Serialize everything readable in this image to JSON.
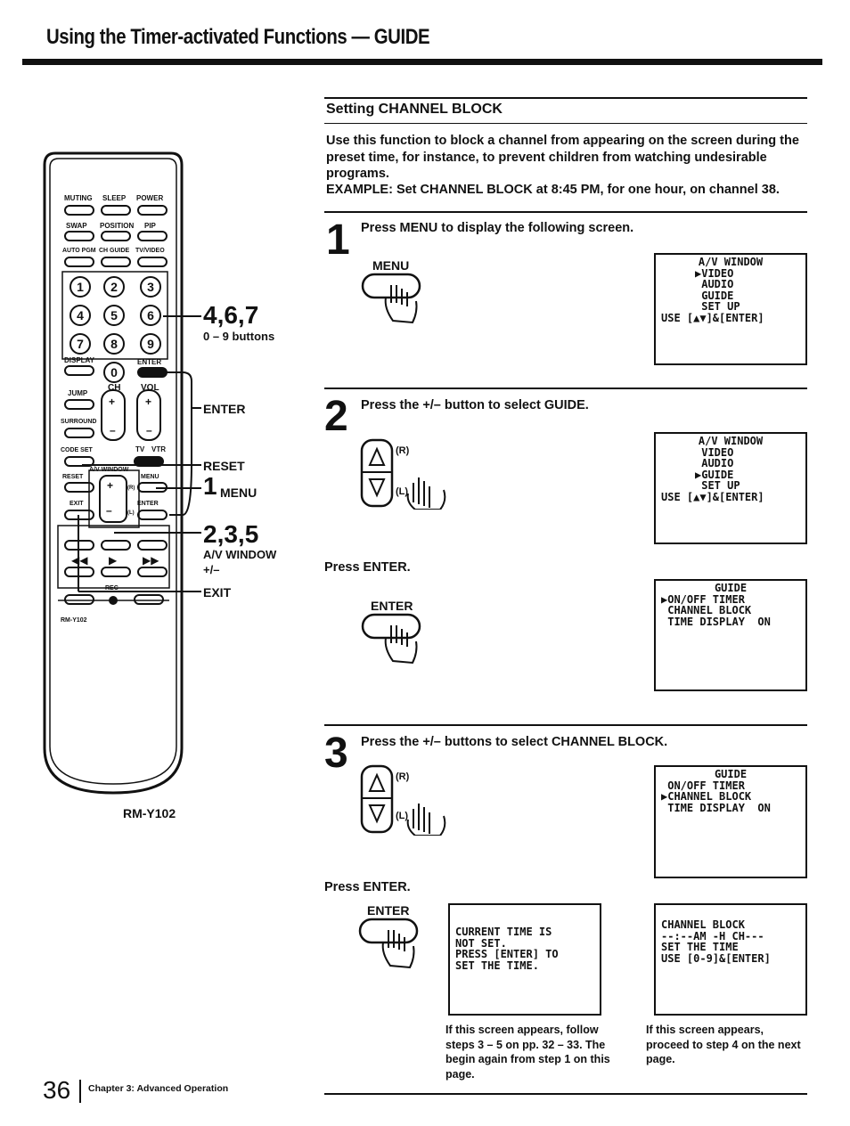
{
  "header": {
    "title": "Using the Timer-activated Functions — GUIDE"
  },
  "section": {
    "title": "Setting CHANNEL BLOCK",
    "intro": "Use this function to block a channel from appearing on the screen during the preset time, for instance, to prevent children from watching undesirable programs.",
    "example": "EXAMPLE: Set CHANNEL BLOCK at 8:45 PM, for one hour, on channel 38."
  },
  "remote": {
    "model": "RM-Y102",
    "model_small": "RM-Y102",
    "labels": {
      "muting": "MUTING",
      "sleep": "SLEEP",
      "power": "POWER",
      "swap": "SWAP",
      "position": "POSITION",
      "pip": "PIP",
      "auto_pgm": "AUTO PGM",
      "ch_guide": "CH GUIDE",
      "tv_video": "TV/VIDEO",
      "display": "DISPLAY",
      "enter": "ENTER",
      "jump": "JUMP",
      "ch": "CH",
      "vol": "VOL",
      "surround": "SURROUND",
      "code_set": "CODE SET",
      "tv": "TV",
      "vtr": "VTR",
      "reset": "RESET",
      "av_window": "A/V WINDOW",
      "menu": "MENU",
      "exit": "EXIT",
      "rec": "REC",
      "plus": "+",
      "minus": "–",
      "r": "(R)",
      "l": "(L)"
    },
    "digits": [
      "1",
      "2",
      "3",
      "4",
      "5",
      "6",
      "7",
      "8",
      "9",
      "0"
    ],
    "callouts": {
      "digits_big": "4,6,7",
      "digits_sub": "0 – 9 buttons",
      "enter": "ENTER",
      "reset": "RESET",
      "menu_num": "1",
      "menu": "MENU",
      "av_big": "2,3,5",
      "av_sub1": "A/V WINDOW",
      "av_sub2": "+/–",
      "exit": "EXIT"
    }
  },
  "steps": {
    "s1": {
      "num": "1",
      "text": "Press MENU to display the following screen.",
      "button": "MENU",
      "screen": [
        "A/V WINDOW",
        "",
        "▶VIDEO",
        " AUDIO",
        " GUIDE",
        " SET UP",
        "",
        "USE [▲▼]&[ENTER]"
      ]
    },
    "s2": {
      "num": "2",
      "text": "Press the +/– button to select GUIDE.",
      "r": "(R)",
      "l": "(L)",
      "screen": [
        "A/V WINDOW",
        "",
        " VIDEO",
        " AUDIO",
        "▶GUIDE",
        " SET UP",
        "",
        "USE [▲▼]&[ENTER]"
      ],
      "press_enter": "Press ENTER.",
      "button": "ENTER",
      "screen2": [
        "GUIDE",
        "",
        "▶ON/OFF TIMER",
        " CHANNEL BLOCK",
        " TIME DISPLAY  ON"
      ]
    },
    "s3": {
      "num": "3",
      "text": "Press the +/– buttons to select CHANNEL BLOCK.",
      "r": "(R)",
      "l": "(L)",
      "screen": [
        "GUIDE",
        "",
        " ON/OFF TIMER",
        "▶CHANNEL BLOCK",
        " TIME DISPLAY  ON"
      ],
      "press_enter": "Press ENTER.",
      "button": "ENTER",
      "screen_a": [
        "CURRENT TIME IS",
        "NOT SET.",
        "",
        "",
        "PRESS [ENTER] TO",
        "SET THE TIME."
      ],
      "note_a": "If this screen appears, follow steps 3 – 5 on pp. 32 – 33. The begin again from step 1 on this page.",
      "screen_b": [
        "CHANNEL BLOCK",
        "",
        "",
        "--:--AM -H CH---",
        "",
        "",
        "SET THE TIME",
        "USE [0-9]&[ENTER]"
      ],
      "note_b": "If this screen appears, proceed to step 4 on the next page."
    }
  },
  "footer": {
    "page_number": "36",
    "chapter": "Chapter 3: Advanced Operation"
  }
}
